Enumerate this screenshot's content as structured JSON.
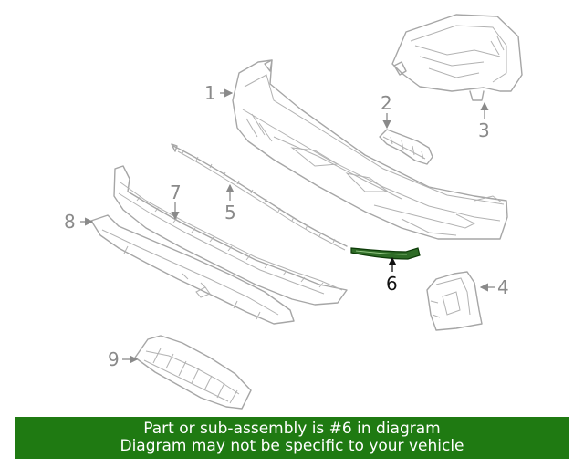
{
  "diagram": {
    "callouts": [
      "1",
      "2",
      "3",
      "4",
      "5",
      "6",
      "7",
      "8",
      "9"
    ],
    "highlighted_callout": "6",
    "highlight_color": "#1f7a12"
  },
  "banner": {
    "line1": "Part or sub-assembly is #6 in diagram",
    "line2": "Diagram may not be specific to your vehicle",
    "background": "#1f7a12"
  }
}
